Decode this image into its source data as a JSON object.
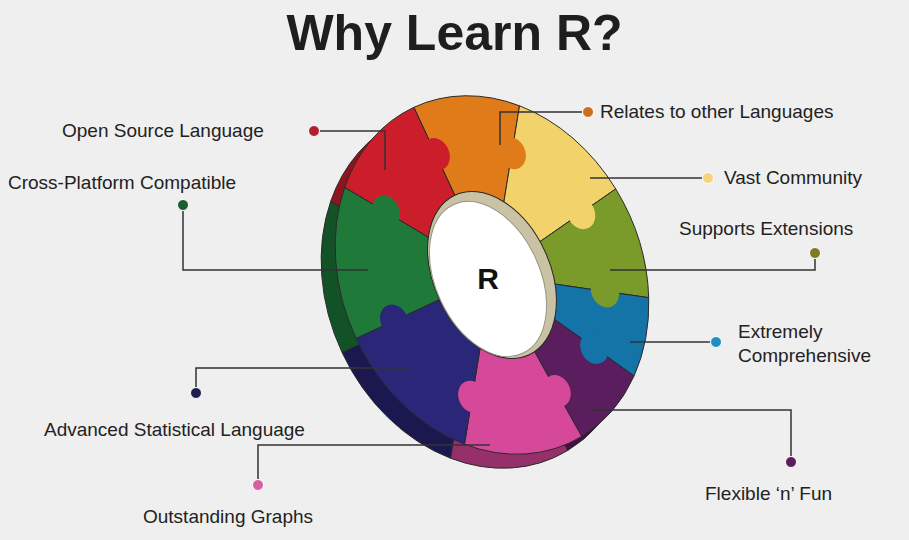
{
  "diagram": {
    "title": "Why Learn R?",
    "nodes": [
      {
        "text": [
          "R"
        ]
      }
    ],
    "labels": [
      "Open Source Language",
      "Relates to other Languages",
      "Cross-Platform Compatible",
      "Vast Community",
      "Supports Extensions",
      "Extremely Comprehensive",
      "Advanced Statistical Language",
      "Flexible ‘n’ Fun",
      "Outstanding Graphs"
    ]
  }
}
